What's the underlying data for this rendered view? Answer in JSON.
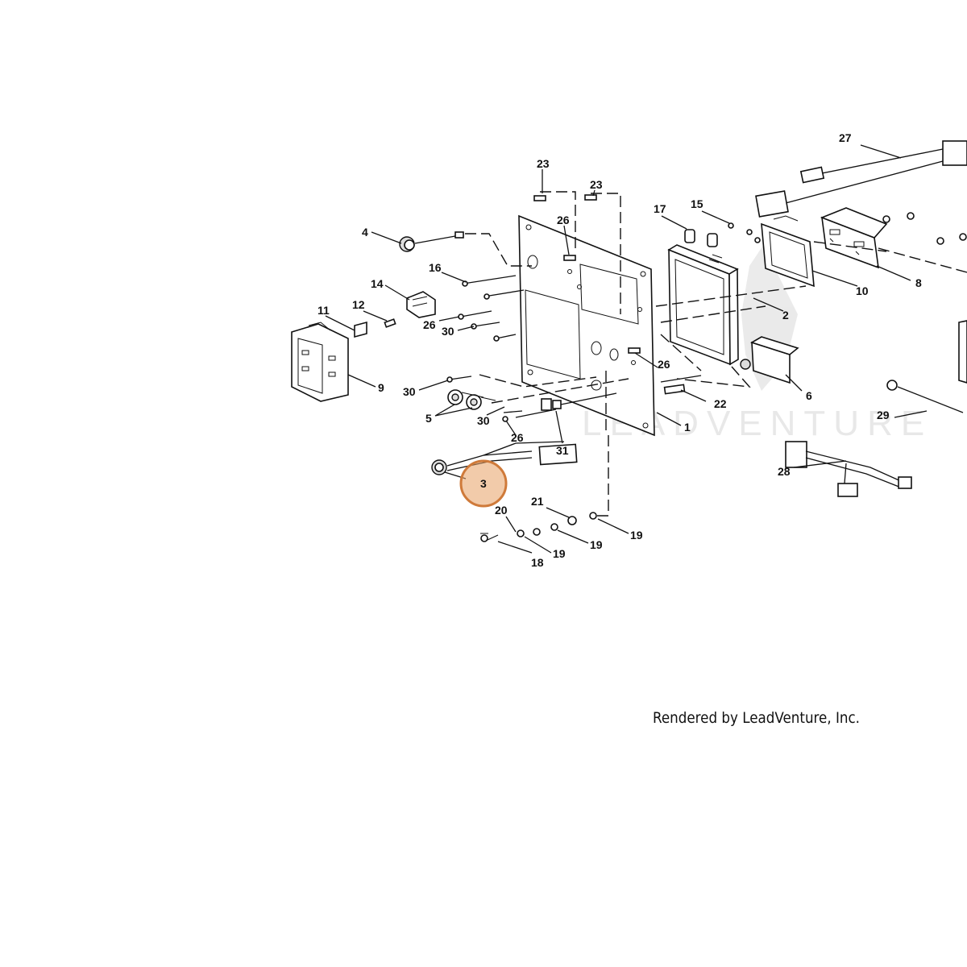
{
  "callouts": [
    {
      "id": "c1",
      "text": "1"
    },
    {
      "id": "c2",
      "text": "2"
    },
    {
      "id": "c3",
      "text": "3"
    },
    {
      "id": "c4",
      "text": "4"
    },
    {
      "id": "c5",
      "text": "5"
    },
    {
      "id": "c6",
      "text": "6"
    },
    {
      "id": "c8",
      "text": "8"
    },
    {
      "id": "c9",
      "text": "9"
    },
    {
      "id": "c10",
      "text": "10"
    },
    {
      "id": "c11",
      "text": "11"
    },
    {
      "id": "c12",
      "text": "12"
    },
    {
      "id": "c14",
      "text": "14"
    },
    {
      "id": "c15",
      "text": "15"
    },
    {
      "id": "c16",
      "text": "16"
    },
    {
      "id": "c17",
      "text": "17"
    },
    {
      "id": "c18",
      "text": "18"
    },
    {
      "id": "c19a",
      "text": "19"
    },
    {
      "id": "c19b",
      "text": "19"
    },
    {
      "id": "c19c",
      "text": "19"
    },
    {
      "id": "c20",
      "text": "20"
    },
    {
      "id": "c21",
      "text": "21"
    },
    {
      "id": "c22",
      "text": "22"
    },
    {
      "id": "c23a",
      "text": "23"
    },
    {
      "id": "c23b",
      "text": "23"
    },
    {
      "id": "c26a",
      "text": "26"
    },
    {
      "id": "c26b",
      "text": "26"
    },
    {
      "id": "c26c",
      "text": "26"
    },
    {
      "id": "c26d",
      "text": "26"
    },
    {
      "id": "c27",
      "text": "27"
    },
    {
      "id": "c28",
      "text": "28"
    },
    {
      "id": "c29",
      "text": "29"
    },
    {
      "id": "c30a",
      "text": "30"
    },
    {
      "id": "c30b",
      "text": "30"
    },
    {
      "id": "c30c",
      "text": "30"
    },
    {
      "id": "c31",
      "text": "31"
    }
  ],
  "highlight": {
    "callout": "3",
    "color": "#e8a064",
    "ring_color": "#cf7a3a"
  },
  "watermark": {
    "text": "LEADVENTURE"
  },
  "credit": {
    "text": "Rendered by LeadVenture, Inc."
  }
}
